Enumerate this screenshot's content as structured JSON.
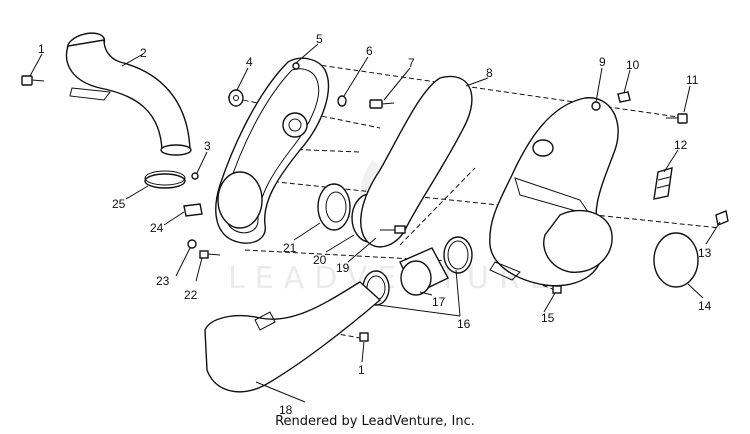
{
  "diagram": {
    "callouts": [
      "1",
      "2",
      "3",
      "4",
      "5",
      "6",
      "7",
      "8",
      "9",
      "10",
      "11",
      "12",
      "13",
      "14",
      "15",
      "16",
      "17",
      "18",
      "19",
      "20",
      "21",
      "22",
      "23",
      "24",
      "25",
      "1"
    ],
    "watermark": "LEADVENTURE",
    "credit": "Rendered by LeadVenture, Inc."
  }
}
